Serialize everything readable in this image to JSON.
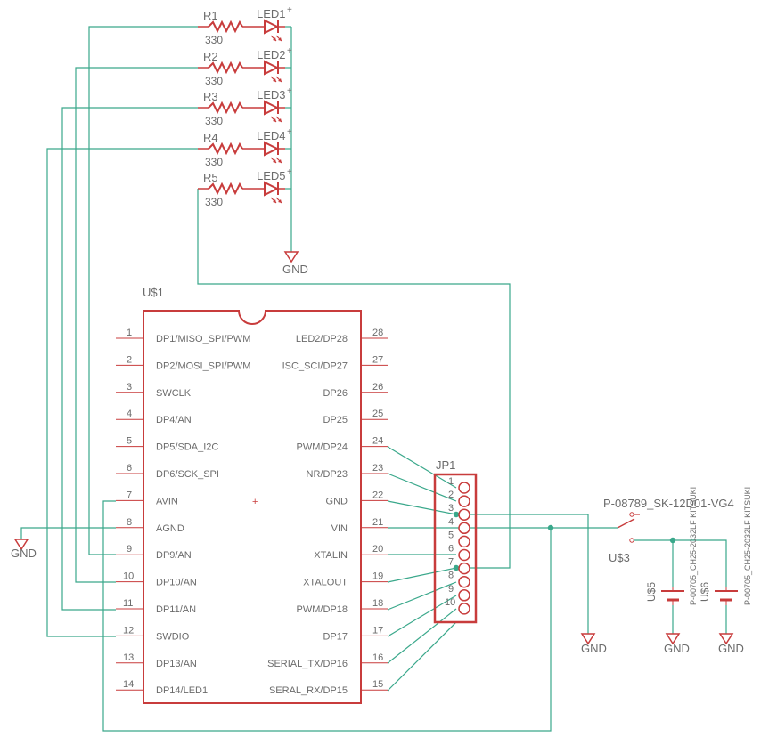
{
  "resistors": [
    {
      "name": "R1",
      "value": "330"
    },
    {
      "name": "R2",
      "value": "330"
    },
    {
      "name": "R3",
      "value": "330"
    },
    {
      "name": "R4",
      "value": "330"
    },
    {
      "name": "R5",
      "value": "330"
    }
  ],
  "leds": [
    "LED1",
    "LED2",
    "LED3",
    "LED4",
    "LED5"
  ],
  "gnd_label": "GND",
  "ic": {
    "name": "U$1",
    "left_pins": [
      {
        "num": "1",
        "label": "DP1/MISO_SPI/PWM"
      },
      {
        "num": "2",
        "label": "DP2/MOSI_SPI/PWM"
      },
      {
        "num": "3",
        "label": "SWCLK"
      },
      {
        "num": "4",
        "label": "DP4/AN"
      },
      {
        "num": "5",
        "label": "DP5/SDA_I2C"
      },
      {
        "num": "6",
        "label": "DP6/SCK_SPI"
      },
      {
        "num": "7",
        "label": "AVIN"
      },
      {
        "num": "8",
        "label": "AGND"
      },
      {
        "num": "9",
        "label": "DP9/AN"
      },
      {
        "num": "10",
        "label": "DP10/AN"
      },
      {
        "num": "11",
        "label": "DP11/AN"
      },
      {
        "num": "12",
        "label": "SWDIO"
      },
      {
        "num": "13",
        "label": "DP13/AN"
      },
      {
        "num": "14",
        "label": "DP14/LED1"
      }
    ],
    "right_pins": [
      {
        "num": "28",
        "label": "LED2/DP28"
      },
      {
        "num": "27",
        "label": "ISC_SCI/DP27"
      },
      {
        "num": "26",
        "label": "DP26"
      },
      {
        "num": "25",
        "label": "DP25"
      },
      {
        "num": "24",
        "label": "PWM/DP24"
      },
      {
        "num": "23",
        "label": "NR/DP23"
      },
      {
        "num": "22",
        "label": "GND"
      },
      {
        "num": "21",
        "label": "VIN"
      },
      {
        "num": "20",
        "label": "XTALIN"
      },
      {
        "num": "19",
        "label": "XTALOUT"
      },
      {
        "num": "18",
        "label": "PWM/DP18"
      },
      {
        "num": "17",
        "label": "DP17"
      },
      {
        "num": "16",
        "label": "SERIAL_TX/DP16"
      },
      {
        "num": "15",
        "label": "SERAL_RX/DP15"
      }
    ]
  },
  "connector": {
    "name": "JP1",
    "pins": [
      "1",
      "2",
      "3",
      "4",
      "5",
      "6",
      "7",
      "8",
      "9",
      "10"
    ]
  },
  "switch": {
    "name": "U$3",
    "label": "P-08789_SK-12D01-VG4"
  },
  "batteries": [
    {
      "name": "U$5",
      "label": "P-00705_CH25-2032LF KITSUKI"
    },
    {
      "name": "U$6",
      "label": "P-00705_CH25-2032LF KITSUKI"
    }
  ],
  "colors": {
    "part": "#c83c3c",
    "net": "#3aa88b",
    "text": "#6b6b6b"
  }
}
